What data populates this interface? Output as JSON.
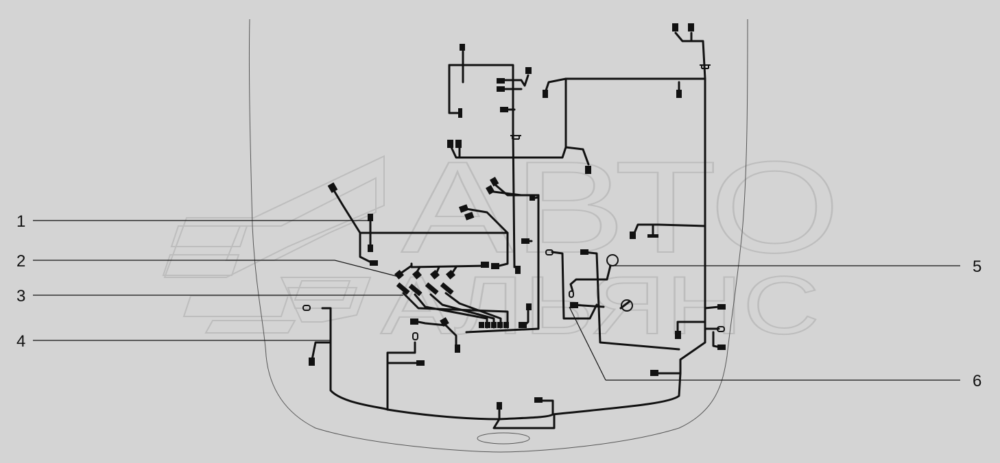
{
  "watermark": {
    "line1": "АВТО",
    "line2": "АЛЬЯНС"
  },
  "callouts": [
    {
      "id": "1",
      "label": "1"
    },
    {
      "id": "2",
      "label": "2"
    },
    {
      "id": "3",
      "label": "3"
    },
    {
      "id": "4",
      "label": "4"
    },
    {
      "id": "5",
      "label": "5"
    },
    {
      "id": "6",
      "label": "6"
    }
  ],
  "colors": {
    "background": "#d4d4d4",
    "wire": "#111111",
    "outline": "#555555",
    "watermark": "#bdbdbd"
  }
}
